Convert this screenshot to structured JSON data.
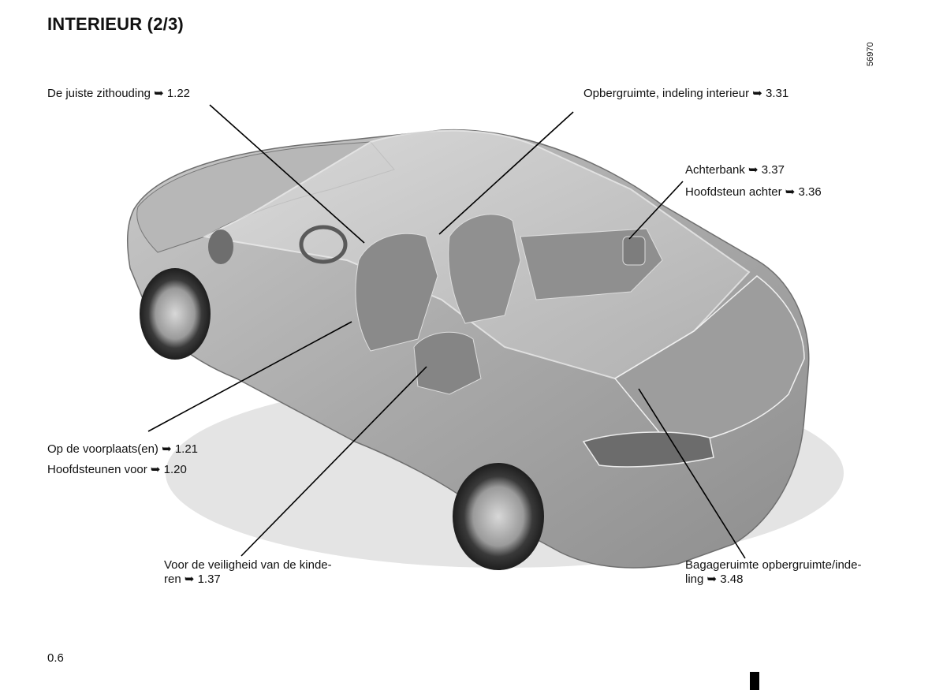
{
  "page": {
    "title": "INTERIEUR (2/3)",
    "figure_id": "56970",
    "page_number": "0.6"
  },
  "callouts": {
    "zithouding": "De juiste zithouding ➥ 1.22",
    "opbergruimte": "Opbergruimte, indeling interieur ➥ 3.31",
    "achterbank": "Achterbank ➥ 3.37",
    "hoofdsteun_achter": "Hoofdsteun achter ➥ 3.36",
    "voorplaatsen": "Op de voorplaats(en) ➥ 1.21",
    "hoofdsteunen_voor": "Hoofdsteunen voor ➥ 1.20",
    "kinderen_line1": "Voor de veiligheid van de kinde-",
    "kinderen_line2": "ren ➥ 1.37",
    "bagage_line1": "Bagageruimte opbergruimte/inde-",
    "bagage_line2": "ling ➥ 3.48"
  }
}
